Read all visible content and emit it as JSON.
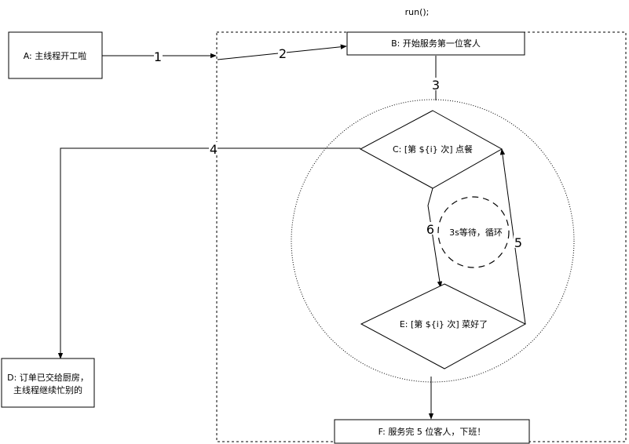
{
  "header": {
    "title": "run();"
  },
  "nodes": {
    "a": "A: 主线程开工啦",
    "b": "B: 开始服务第一位客人",
    "c": "C: [第 ${i} 次] 点餐",
    "d_line1": "D: 订单已交给厨房，",
    "d_line2": "主线程继续忙别的",
    "e": "E: [第 ${i} 次] 菜好了",
    "f": "F: 服务完 5 位客人，下班！",
    "wait": "3s等待，循环"
  },
  "edges": {
    "e1": "1",
    "e2": "2",
    "e3": "3",
    "e4": "4",
    "e5": "5",
    "e6": "6"
  }
}
